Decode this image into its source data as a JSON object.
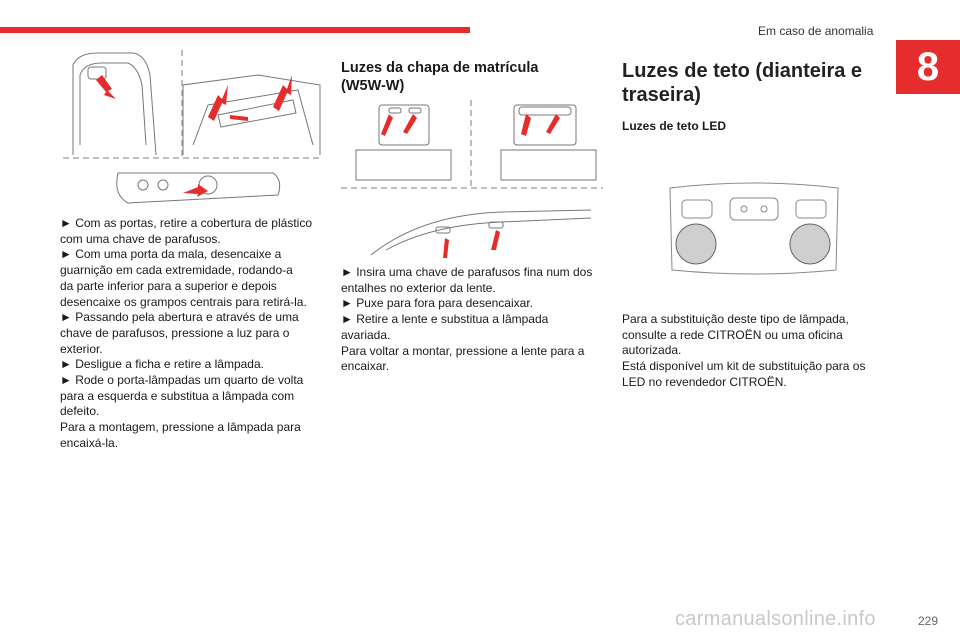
{
  "header": {
    "section": "Em caso de anomalia",
    "chapter_number": "8"
  },
  "col1": {
    "lines": [
      "► Com as portas, retire a cobertura de plástico",
      "com uma chave de parafusos.",
      "► Com uma porta da mala, desencaixe a",
      "guarnição em cada extremidade, rodando-a",
      "da parte inferior para a superior e depois",
      "desencaixe os grampos centrais para retirá-la.",
      "► Passando pela abertura e através de uma",
      "chave de parafusos, pressione a luz para o",
      "exterior.",
      "► Desligue a ficha e retire a lâmpada.",
      "► Rode o porta-lâmpadas um quarto de volta",
      "para a esquerda e substitua a lâmpada com",
      "defeito.",
      "Para a montagem, pressione a lâmpada para",
      "encaixá-la."
    ]
  },
  "col2": {
    "title_line1": "Luzes da chapa de matrícula",
    "title_line2": "(W5W-W)",
    "lines": [
      "► Insira uma chave de parafusos fina num dos",
      "entalhes no exterior da lente.",
      "► Puxe para fora para desencaixar.",
      "► Retire a lente e substitua a lâmpada",
      "avariada.",
      "Para voltar a montar, pressione a lente para a",
      "encaixar."
    ]
  },
  "col3": {
    "title_line1": "Luzes de teto (dianteira e",
    "title_line2": "traseira)",
    "subtitle": "Luzes de teto LED",
    "lines": [
      "Para a substituição deste tipo de lâmpada,",
      "consulte a rede CITROËN ou uma oficina",
      "autorizada.",
      "Está disponível um kit de substituição para os",
      "LED no revendedor CITROËN."
    ]
  },
  "footer": {
    "page_number": "229",
    "watermark": "carmanualsonline.info"
  }
}
